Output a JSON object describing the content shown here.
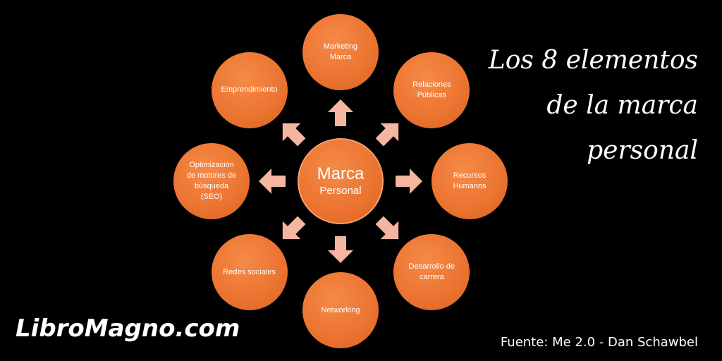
{
  "headline": "Los 8 elementos\nde la marca\npersonal",
  "brand": "LibroMagno.com",
  "source": "Fuente: Me 2.0 - Dan Schawbel",
  "center": {
    "line1": "Marca",
    "line2": "Personal"
  },
  "elements": [
    {
      "label": "Marketing\nMarca"
    },
    {
      "label": "Relaciones\nPúblicas"
    },
    {
      "label": "Recursos\nHumanos"
    },
    {
      "label": "Desarrollo de\ncarrera"
    },
    {
      "label": "Networking"
    },
    {
      "label": "Redes sociales"
    },
    {
      "label": "Optimización\nde motores de\nbúsqueda\n(SEO)"
    },
    {
      "label": "Emprendimiento"
    }
  ],
  "colors": {
    "background": "#000000",
    "node": "#ec7532",
    "arrow": "#f4b6a0",
    "text": "#ffffff"
  }
}
